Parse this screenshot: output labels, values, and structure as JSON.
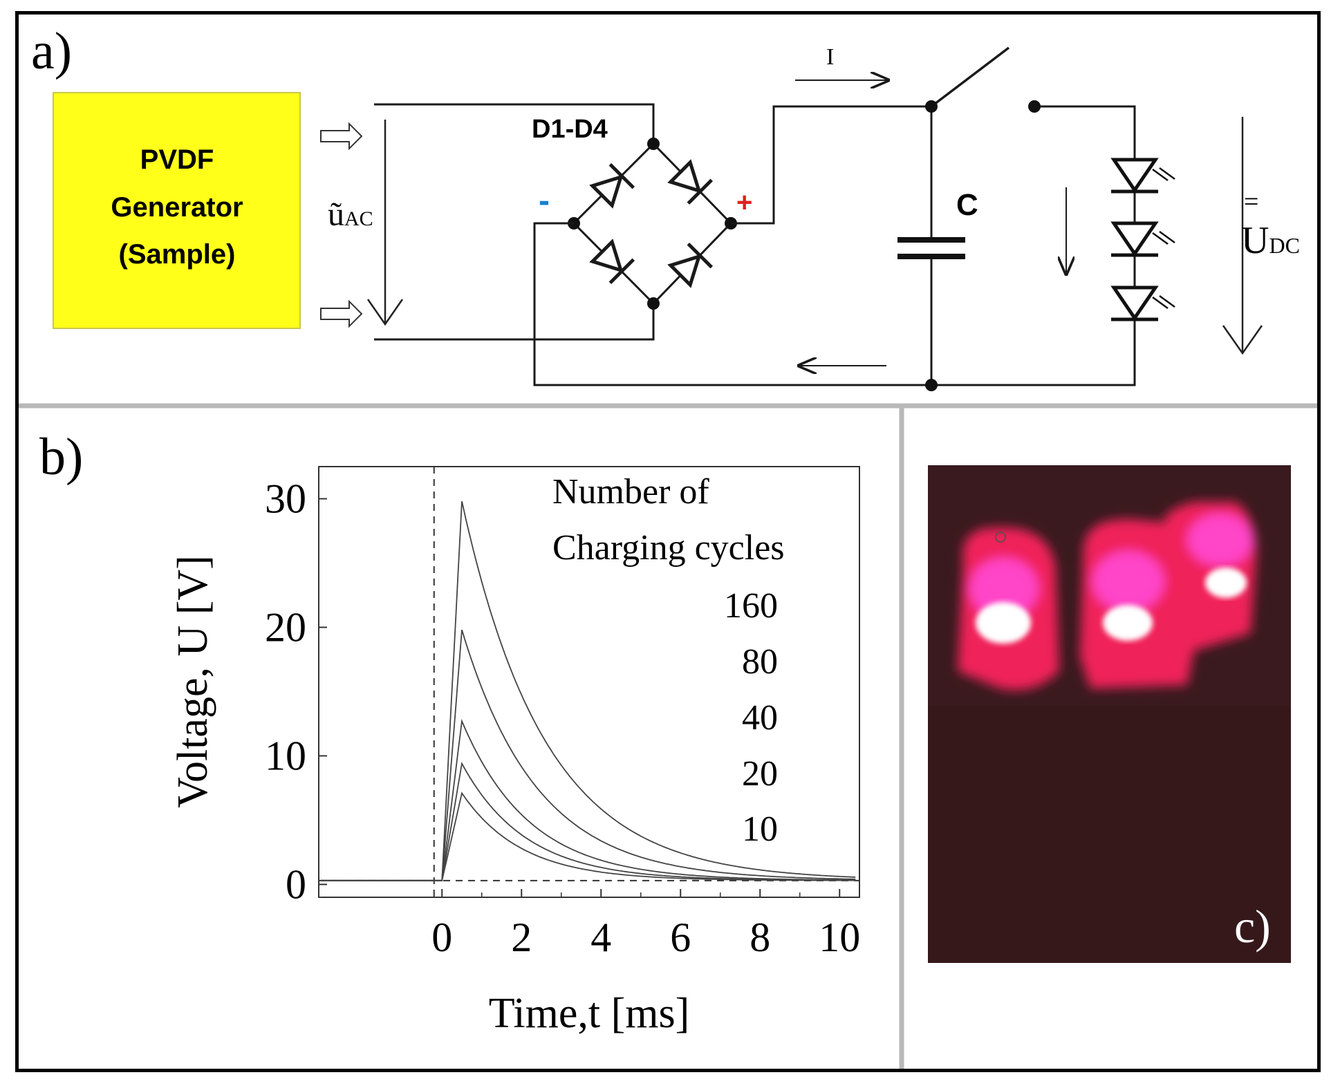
{
  "panel_a": {
    "label": "a)",
    "generator": {
      "lines": [
        "PVDF",
        "Generator",
        "(Sample)"
      ],
      "color": "#ffff1a"
    },
    "uac_label": "ũ",
    "uac_sub": "AC",
    "bridge_label": "D1-D4",
    "minus_label": "-",
    "plus_label": "+",
    "current_label": "I",
    "cap_label": "C",
    "udc_eq": "=",
    "udc_label": "U",
    "udc_sub": "DC",
    "minus_color": "#1a7fd0",
    "plus_color": "#e02020"
  },
  "panel_b": {
    "label": "b)",
    "chart_data": {
      "type": "line",
      "xlabel": "Time,t [ms]",
      "ylabel": "Voltage, U [V]",
      "xlim": [
        -3.1,
        10.5
      ],
      "ylim": [
        0,
        30
      ],
      "xticks": [
        "0",
        "2",
        "4",
        "6",
        "8",
        "10"
      ],
      "yticks": [
        "0",
        "10",
        "20",
        "30"
      ],
      "legend_title": [
        "Number of",
        "Charging cycles"
      ],
      "series": [
        {
          "name": "160",
          "peak": 29.8,
          "tau": 2.1
        },
        {
          "name": "80",
          "peak": 19.8,
          "tau": 1.9
        },
        {
          "name": "40",
          "peak": 12.7,
          "tau": 1.7
        },
        {
          "name": "20",
          "peak": 9.4,
          "tau": 1.6
        },
        {
          "name": "10",
          "peak": 7.1,
          "tau": 1.5
        }
      ],
      "baseline": 0.3,
      "rise_start": 0,
      "peak_time": 0.5,
      "trigger_line_x": -0.2
    }
  },
  "panel_c": {
    "label": "c)",
    "background": "#3a1a1e",
    "glow": "#ff1f5f"
  }
}
